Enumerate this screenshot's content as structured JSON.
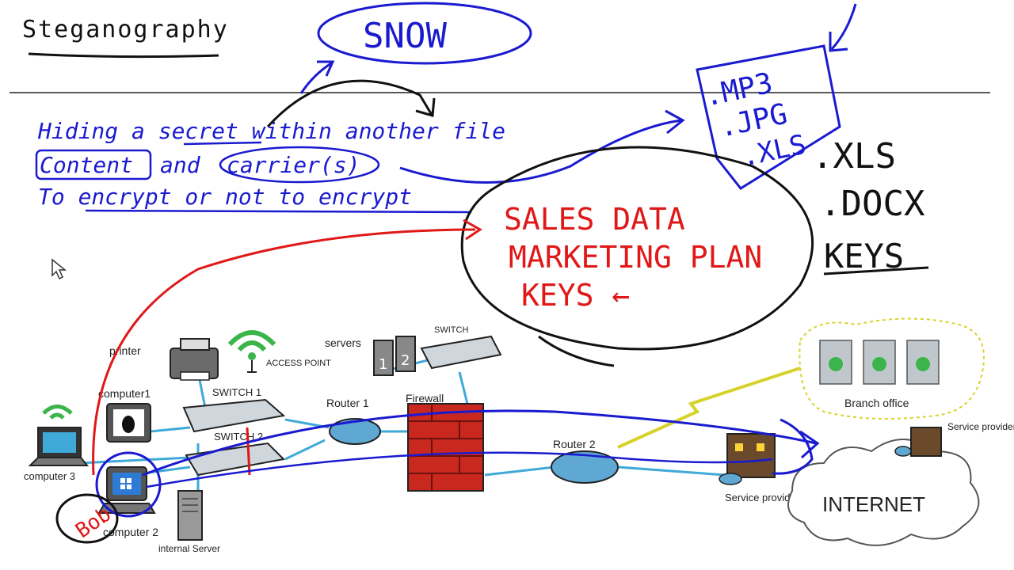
{
  "notes": {
    "title": "Steganography",
    "snow": "SNOW",
    "line1": "Hiding a secret within another file",
    "line2_content": "Content",
    "line2_and": "and",
    "line2_carrier": "carrier(s)",
    "line3": "To encrypt or not to encrypt",
    "file_types_boxed": [
      ".MP3",
      ".JPG",
      ".XLS"
    ],
    "file_types_right": [
      ".XLS",
      ".DOCX",
      "KEYS"
    ],
    "secret_items": [
      "SALES DATA",
      "MARKETING PLAN",
      "KEYS ←"
    ],
    "bob": "Bob"
  },
  "network": {
    "printer": "printer",
    "access_point": "ACCESS POINT",
    "servers": "servers",
    "switch_top": "SWITCH",
    "computer1": "computer1",
    "switch1": "SWITCH 1",
    "switch2": "SWITCH 2",
    "router1": "Router 1",
    "firewall": "Firewall",
    "computer3": "computer 3",
    "computer2": "computer 2",
    "internal_server": "internal Server",
    "router2": "Router 2",
    "service_provider_left": "Service provider",
    "internet": "INTERNET",
    "branch_office": "Branch office",
    "service_provider_right": "Service provider"
  },
  "colors": {
    "ink_blue": "#1a1ad0",
    "ink_red": "#e01818",
    "ink_black": "#111111",
    "cable": "#3fa9d8",
    "wifi": "#3bb54a"
  }
}
